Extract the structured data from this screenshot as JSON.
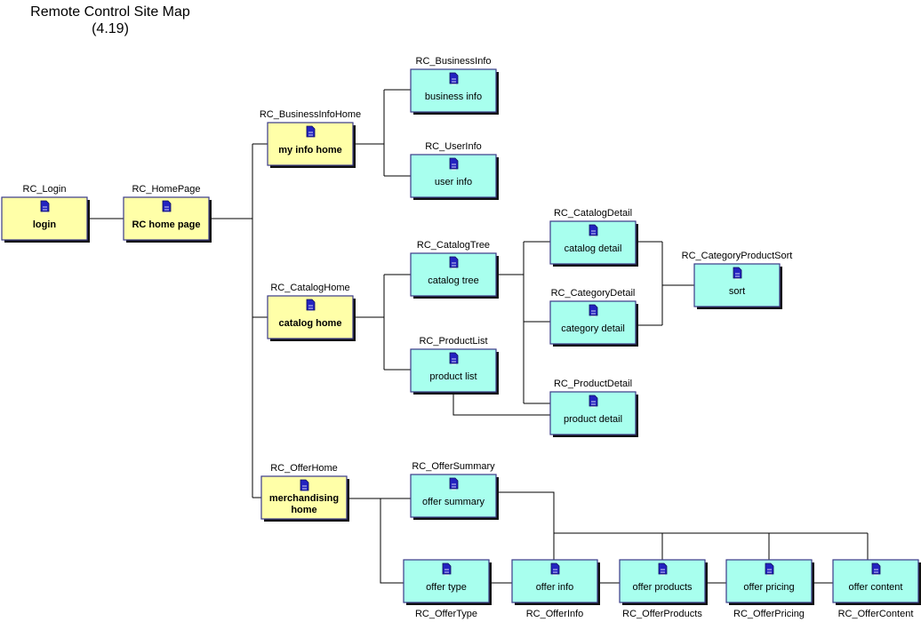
{
  "title": "Remote Control Site Map",
  "version": "(4.19)",
  "colors": {
    "yellow_fill": "#ffffa8",
    "cyan_fill": "#a8ffee",
    "border": "#3a3a88",
    "shadow": "#111111",
    "connector": "#000000",
    "doc_icon": "#2323c0"
  },
  "icon_name": "page-icon",
  "nodes": [
    {
      "id": "login",
      "label": "login",
      "caption": "RC_Login",
      "style": "yellow"
    },
    {
      "id": "home",
      "label": "RC home page",
      "caption": "RC_HomePage",
      "style": "yellow"
    },
    {
      "id": "myinfo",
      "label": "my info home",
      "caption": "RC_BusinessInfoHome",
      "style": "yellow"
    },
    {
      "id": "businessinfo",
      "label": "business info",
      "caption": "RC_BusinessInfo",
      "style": "cyan"
    },
    {
      "id": "userinfo",
      "label": "user info",
      "caption": "RC_UserInfo",
      "style": "cyan"
    },
    {
      "id": "catalog",
      "label": "catalog home",
      "caption": "RC_CatalogHome",
      "style": "yellow"
    },
    {
      "id": "catalogtree",
      "label": "catalog tree",
      "caption": "RC_CatalogTree",
      "style": "cyan"
    },
    {
      "id": "productlist",
      "label": "product list",
      "caption": "RC_ProductList",
      "style": "cyan"
    },
    {
      "id": "catalogdetail",
      "label": "catalog detail",
      "caption": "RC_CatalogDetail",
      "style": "cyan"
    },
    {
      "id": "categorydetail",
      "label": "category detail",
      "caption": "RC_CategoryDetail",
      "style": "cyan"
    },
    {
      "id": "productdetail",
      "label": "product detail",
      "caption": "RC_ProductDetail",
      "style": "cyan"
    },
    {
      "id": "sort",
      "label": "sort",
      "caption": "RC_CategoryProductSort",
      "style": "cyan"
    },
    {
      "id": "offerhome",
      "label": "merchandising home",
      "caption": "RC_OfferHome",
      "style": "yellow"
    },
    {
      "id": "offersummary",
      "label": "offer summary",
      "caption": "RC_OfferSummary",
      "style": "cyan"
    },
    {
      "id": "offertype",
      "label": "offer type",
      "caption": "RC_OfferType",
      "style": "cyan"
    },
    {
      "id": "offerinfo",
      "label": "offer info",
      "caption": "RC_OfferInfo",
      "style": "cyan"
    },
    {
      "id": "offerproducts",
      "label": "offer products",
      "caption": "RC_OfferProducts",
      "style": "cyan"
    },
    {
      "id": "offerpricing",
      "label": "offer pricing",
      "caption": "RC_OfferPricing",
      "style": "cyan"
    },
    {
      "id": "offercontent",
      "label": "offer content",
      "caption": "RC_OfferContent",
      "style": "cyan"
    }
  ],
  "edges": [
    [
      "login",
      "home"
    ],
    [
      "home",
      "myinfo"
    ],
    [
      "home",
      "catalog"
    ],
    [
      "home",
      "offerhome"
    ],
    [
      "myinfo",
      "businessinfo"
    ],
    [
      "myinfo",
      "userinfo"
    ],
    [
      "catalog",
      "catalogtree"
    ],
    [
      "catalog",
      "productlist"
    ],
    [
      "catalogtree",
      "catalogdetail"
    ],
    [
      "catalogtree",
      "categorydetail"
    ],
    [
      "catalogtree",
      "productdetail"
    ],
    [
      "productlist",
      "productdetail"
    ],
    [
      "catalogdetail",
      "sort"
    ],
    [
      "categorydetail",
      "sort"
    ],
    [
      "offerhome",
      "offersummary"
    ],
    [
      "offerhome",
      "offertype"
    ],
    [
      "offersummary",
      "offerinfo"
    ],
    [
      "offersummary",
      "offerproducts"
    ],
    [
      "offersummary",
      "offerpricing"
    ],
    [
      "offersummary",
      "offercontent"
    ],
    [
      "offertype",
      "offerinfo"
    ],
    [
      "offerinfo",
      "offerproducts"
    ],
    [
      "offerproducts",
      "offerpricing"
    ],
    [
      "offerpricing",
      "offercontent"
    ]
  ]
}
